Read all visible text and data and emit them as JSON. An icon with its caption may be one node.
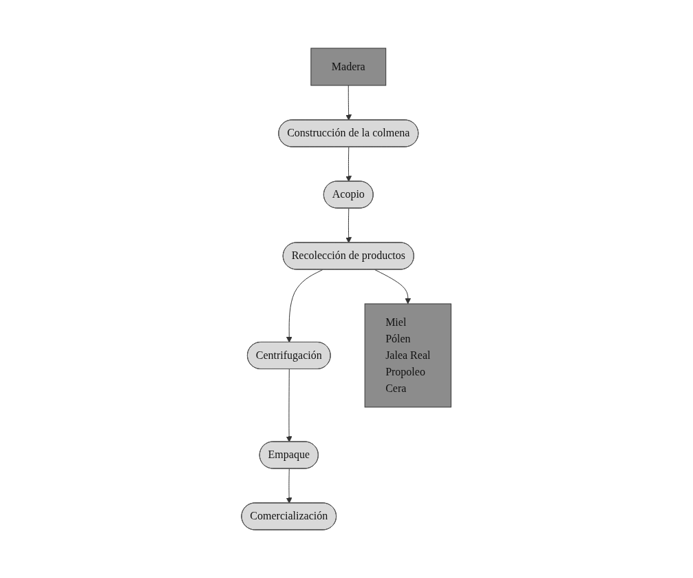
{
  "diagram": {
    "nodes": [
      {
        "text": [
          "Madera"
        ]
      },
      {
        "text": [
          "Construcción de la colmena"
        ]
      },
      {
        "text": [
          "Acopio"
        ]
      },
      {
        "text": [
          "Recolección de productos"
        ]
      },
      {
        "text": [
          "Centrifugación"
        ]
      },
      {
        "text": [
          "Empaque"
        ]
      },
      {
        "text": [
          "Comercialización"
        ]
      },
      {
        "text": [
          "Miel",
          "Pólen",
          "Jalea Real",
          "Propoleo",
          "Cera"
        ]
      }
    ],
    "edges": [
      {
        "from": 0,
        "to": 1,
        "arrow": "to"
      },
      {
        "from": 1,
        "to": 2,
        "arrow": "to"
      },
      {
        "from": 2,
        "to": 3,
        "arrow": "to"
      },
      {
        "from": 3,
        "to": 7,
        "arrow": "to"
      },
      {
        "from": 3,
        "to": 4,
        "arrow": "to"
      },
      {
        "from": 4,
        "to": 5,
        "arrow": "to"
      },
      {
        "from": 5,
        "to": 6,
        "arrow": "to"
      }
    ]
  }
}
